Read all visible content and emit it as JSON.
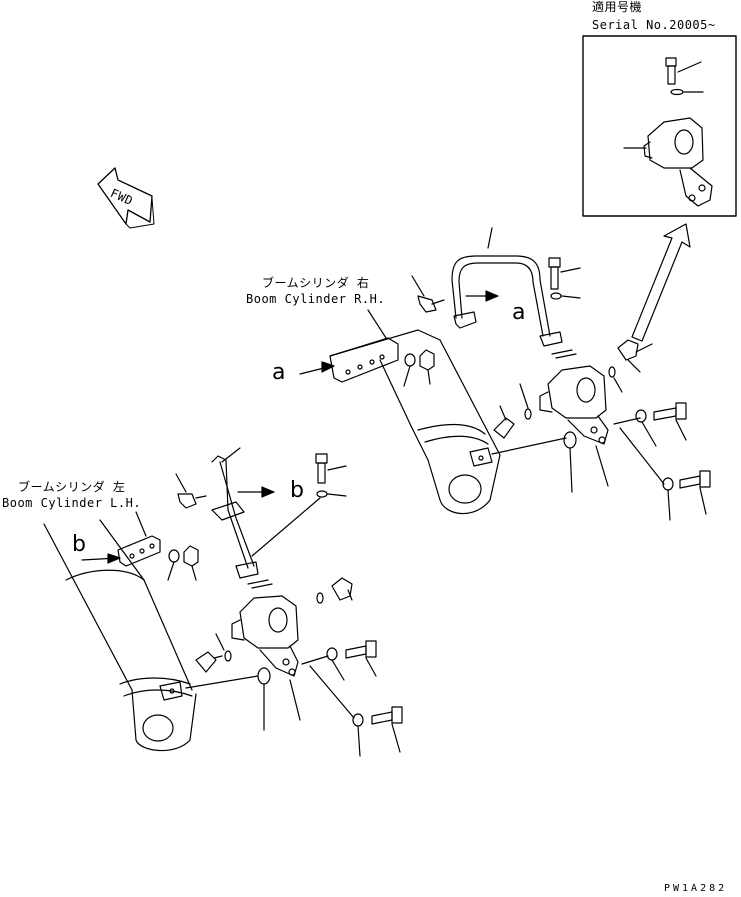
{
  "serial_box": {
    "line1": "適用号機",
    "line2": "Serial No.20005~"
  },
  "fwd_label": "FWD",
  "boom_rh": {
    "jp": "ブームシリンダ 右",
    "en": "Boom Cylinder R.H."
  },
  "boom_lh": {
    "jp": "ブームシリンダ 左",
    "en": "Boom Cylinder L.H."
  },
  "markers": {
    "a": "a",
    "b": "b"
  },
  "drawing_code": "PW1A282"
}
